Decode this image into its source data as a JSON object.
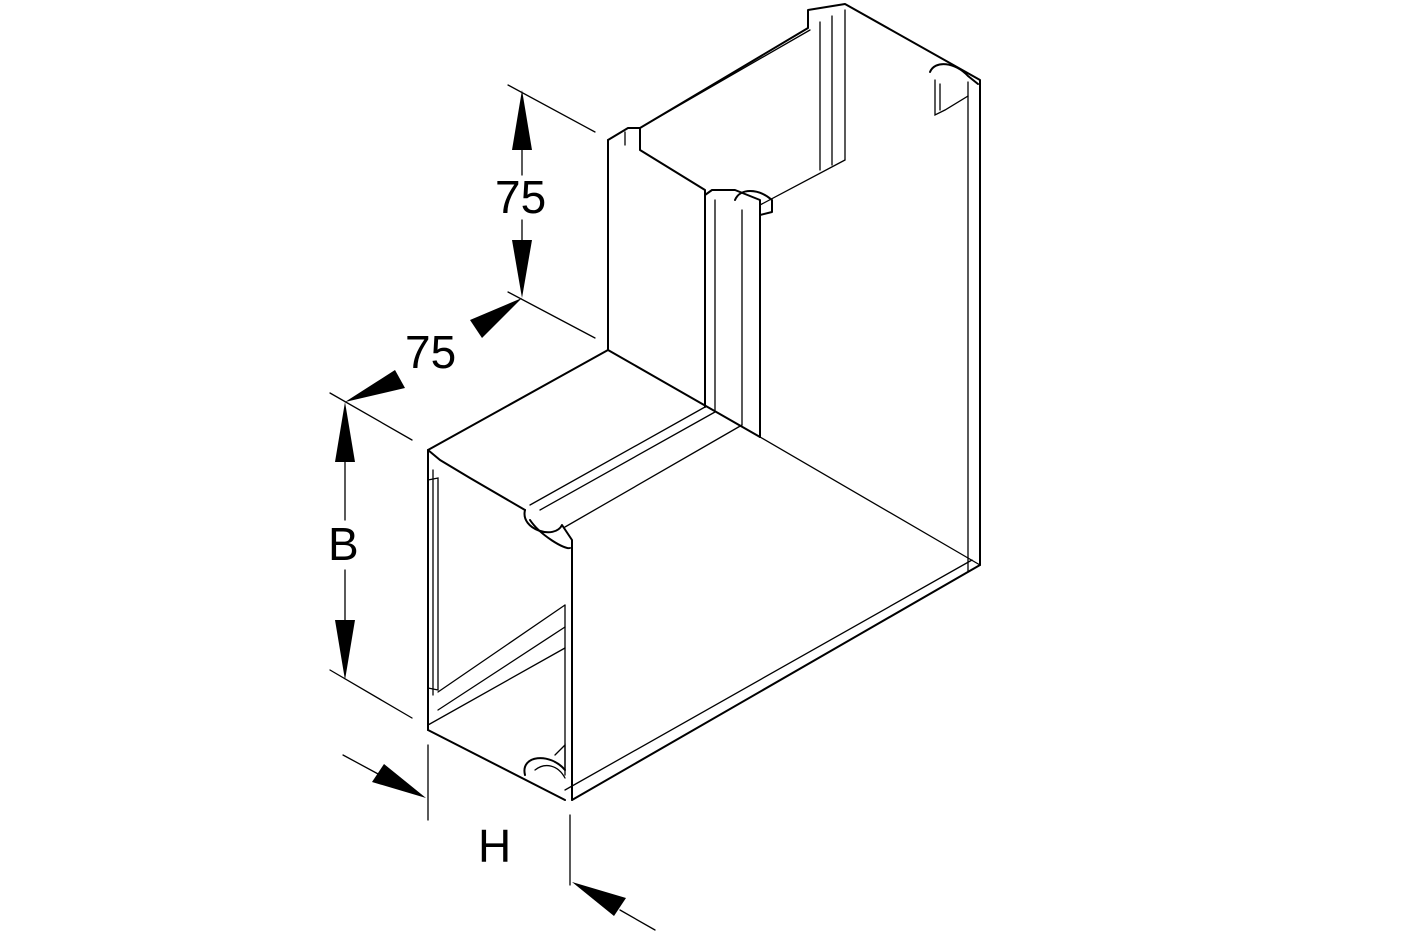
{
  "dimensions": {
    "top_depth": "75",
    "side_depth": "75",
    "width_label": "B",
    "height_label": "H"
  },
  "colors": {
    "line": "#000000",
    "background": "#ffffff"
  }
}
